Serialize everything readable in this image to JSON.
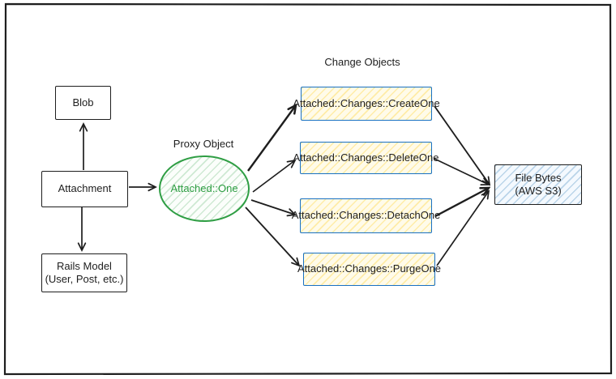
{
  "diagram": {
    "section_labels": {
      "proxy_object": "Proxy Object",
      "change_objects": "Change Objects"
    },
    "nodes": {
      "blob": {
        "label": "Blob"
      },
      "attachment": {
        "label": "Attachment"
      },
      "rails_model": {
        "line1": "Rails Model",
        "line2": "(User, Post, etc.)"
      },
      "attached_one": {
        "label": "Attached::One"
      },
      "create_one": {
        "label": "Attached::Changes::CreateOne"
      },
      "delete_one": {
        "label": "Attached::Changes::DeleteOne"
      },
      "detach_one": {
        "label": "Attached::Changes::DetachOne"
      },
      "purge_one": {
        "label": "Attached::Changes::PurgeOne"
      },
      "file_bytes": {
        "line1": "File Bytes",
        "line2": "(AWS S3)"
      }
    },
    "colors": {
      "ink": "#1e1e1e",
      "proxy_green": "#2f9e44",
      "change_border_blue": "#1971c2",
      "change_fill_yellow": "#fffbe9",
      "change_hatch_yellow": "#ffd43b",
      "file_fill_blue": "#f4f9fe",
      "file_hatch_blue": "#74a8d0"
    }
  }
}
